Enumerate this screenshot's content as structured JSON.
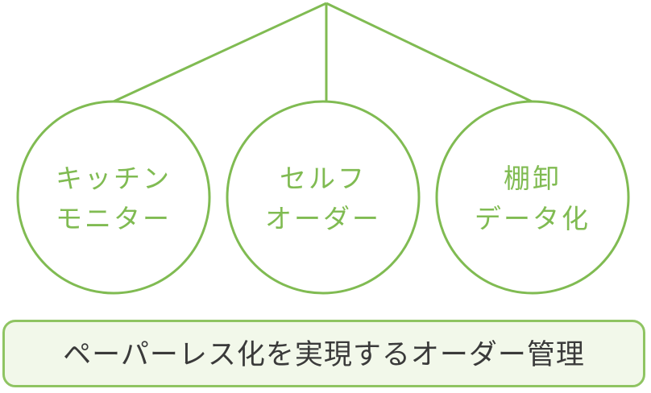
{
  "nodes": [
    {
      "line1": "キッチン",
      "line2": "モニター"
    },
    {
      "line1": "セルフ",
      "line2": "オーダー"
    },
    {
      "line1": "棚卸",
      "line2": "データ化"
    }
  ],
  "footer": {
    "text": "ペーパーレス化を実現するオーダー管理"
  },
  "colors": {
    "stroke": "#80bb52",
    "label": "#80bb52",
    "footer_fill": "#f2f8ea",
    "footer_text": "#3a3a3a"
  }
}
